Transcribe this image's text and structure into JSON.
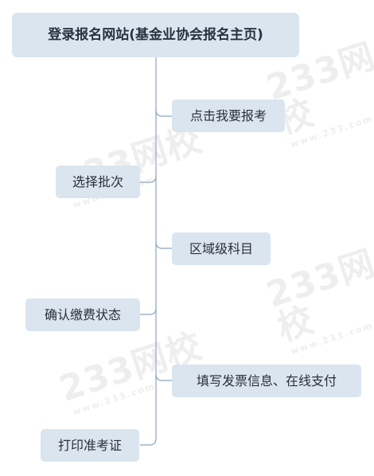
{
  "root": {
    "label": "登录报名网站(基金业协会报名主页)"
  },
  "steps_left": [
    {
      "label": "选择批次"
    },
    {
      "label": "确认缴费状态"
    },
    {
      "label": "打印准考证"
    }
  ],
  "steps_right": [
    {
      "label": "点击我要报考"
    },
    {
      "label": "区域级科目"
    },
    {
      "label": "填写发票信息、在线支付"
    }
  ],
  "watermark": {
    "main": "233网校",
    "sub": "www.233.com"
  },
  "colors": {
    "node_fill": "#dbe5ef",
    "connector": "#8ea4bc",
    "text": "#2a2f36"
  }
}
